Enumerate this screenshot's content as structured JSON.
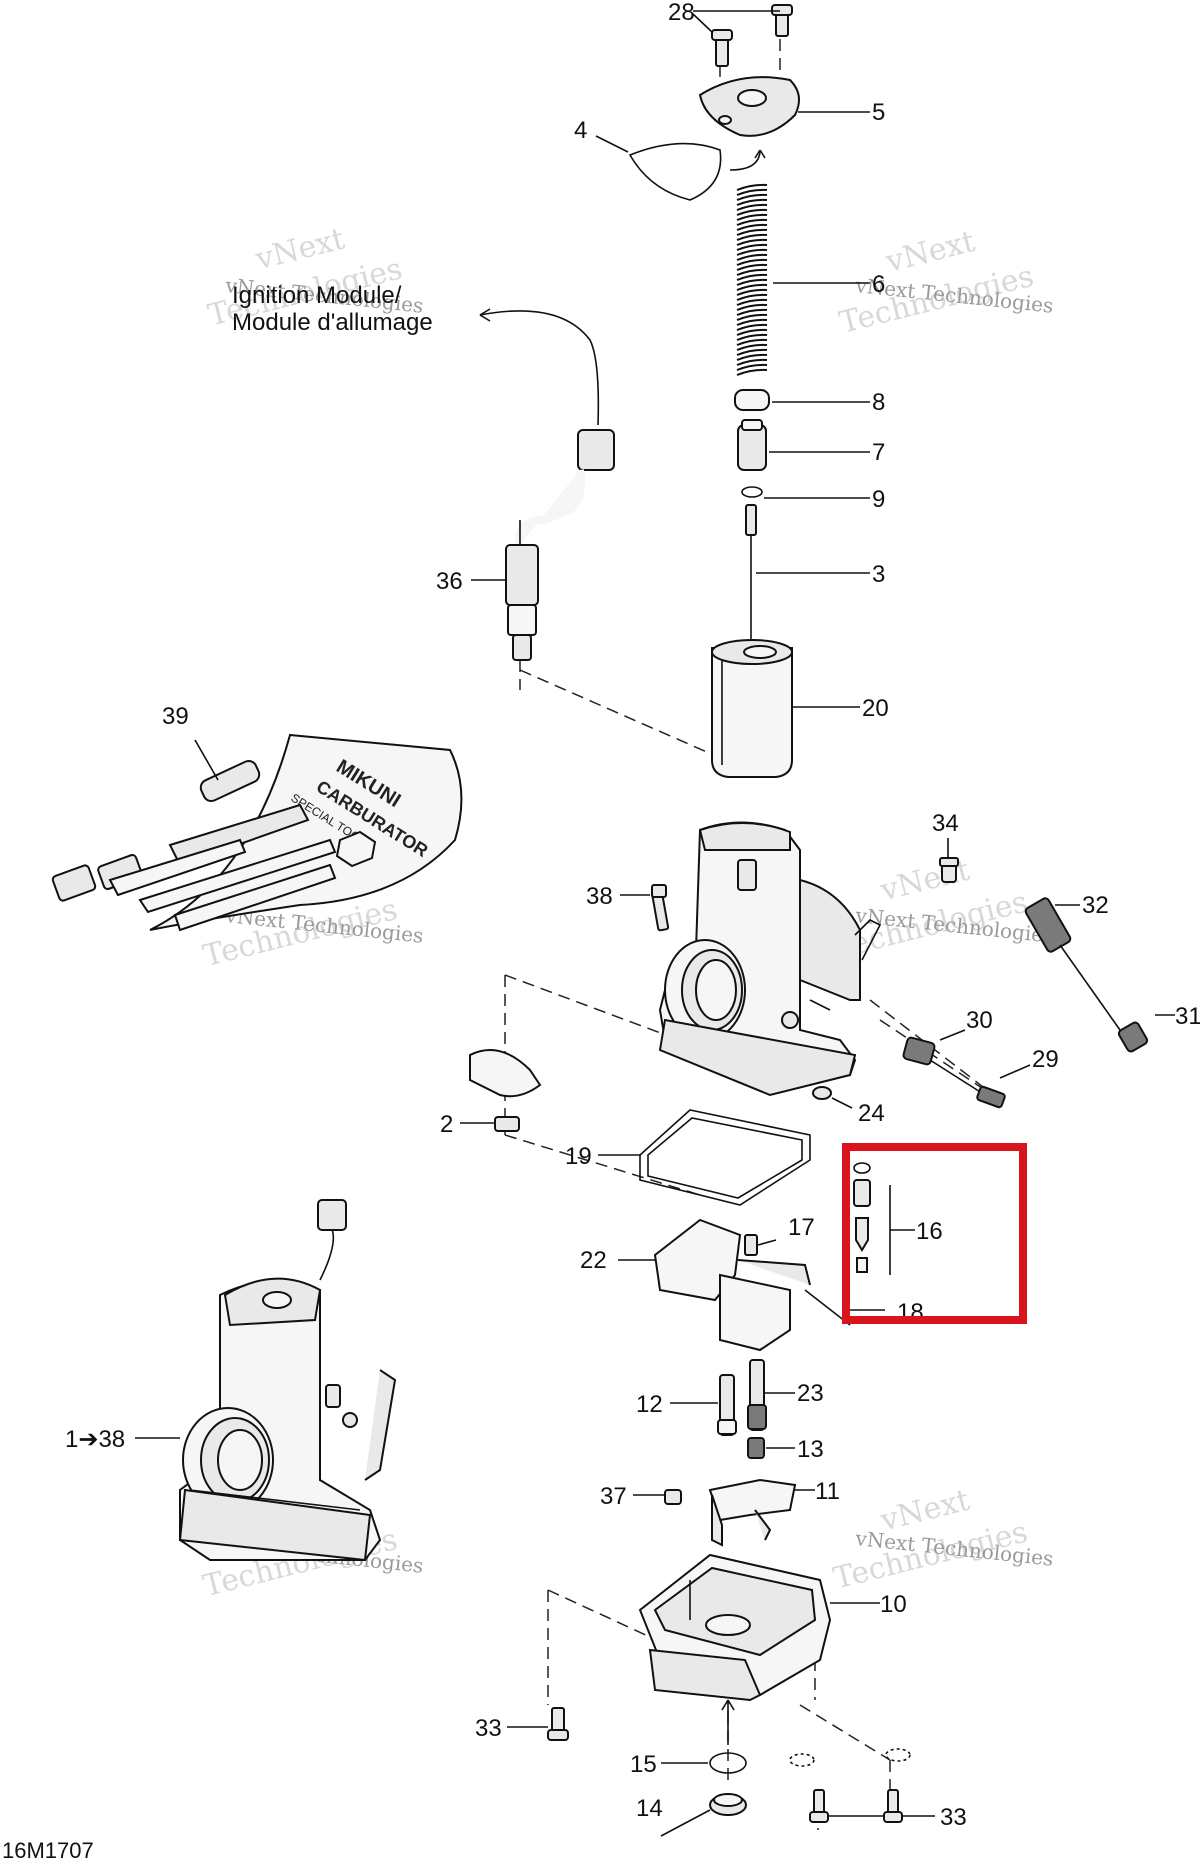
{
  "diagram_code": "16M1707",
  "external_label": {
    "line1": "Ignition Module/",
    "line2": "Module d'allumage"
  },
  "tool_kit_text": {
    "brand": "MIKUNI",
    "product": "CARBURATOR",
    "sub": "SPECIAL TOOLS"
  },
  "watermark": {
    "brand": "vNext",
    "word": "Technologies",
    "full": "vNext Technologies"
  },
  "callouts": {
    "c28": "28",
    "c5": "5",
    "c4": "4",
    "c6": "6",
    "c8": "8",
    "c7": "7",
    "c9": "9",
    "c3": "3",
    "c20": "20",
    "c36": "36",
    "c39": "39",
    "c34": "34",
    "c32": "32",
    "c38": "38",
    "c31": "31",
    "c30": "30",
    "c29": "29",
    "c24": "24",
    "c2": "2",
    "c19": "19",
    "c17": "17",
    "c16": "16",
    "c22": "22",
    "c18": "18",
    "c23": "23",
    "c12": "12",
    "c13": "13",
    "c11": "11",
    "c37": "37",
    "c10": "10",
    "c33a": "33",
    "c15": "15",
    "c14": "14",
    "c33b": "33",
    "assembly": "1➔38"
  },
  "highlight": {
    "color": "#d9141c",
    "target_callout": "16"
  },
  "colors": {
    "line": "#111111",
    "part_fill": "#e9e9e9",
    "watermark": "#d8d8d8"
  }
}
